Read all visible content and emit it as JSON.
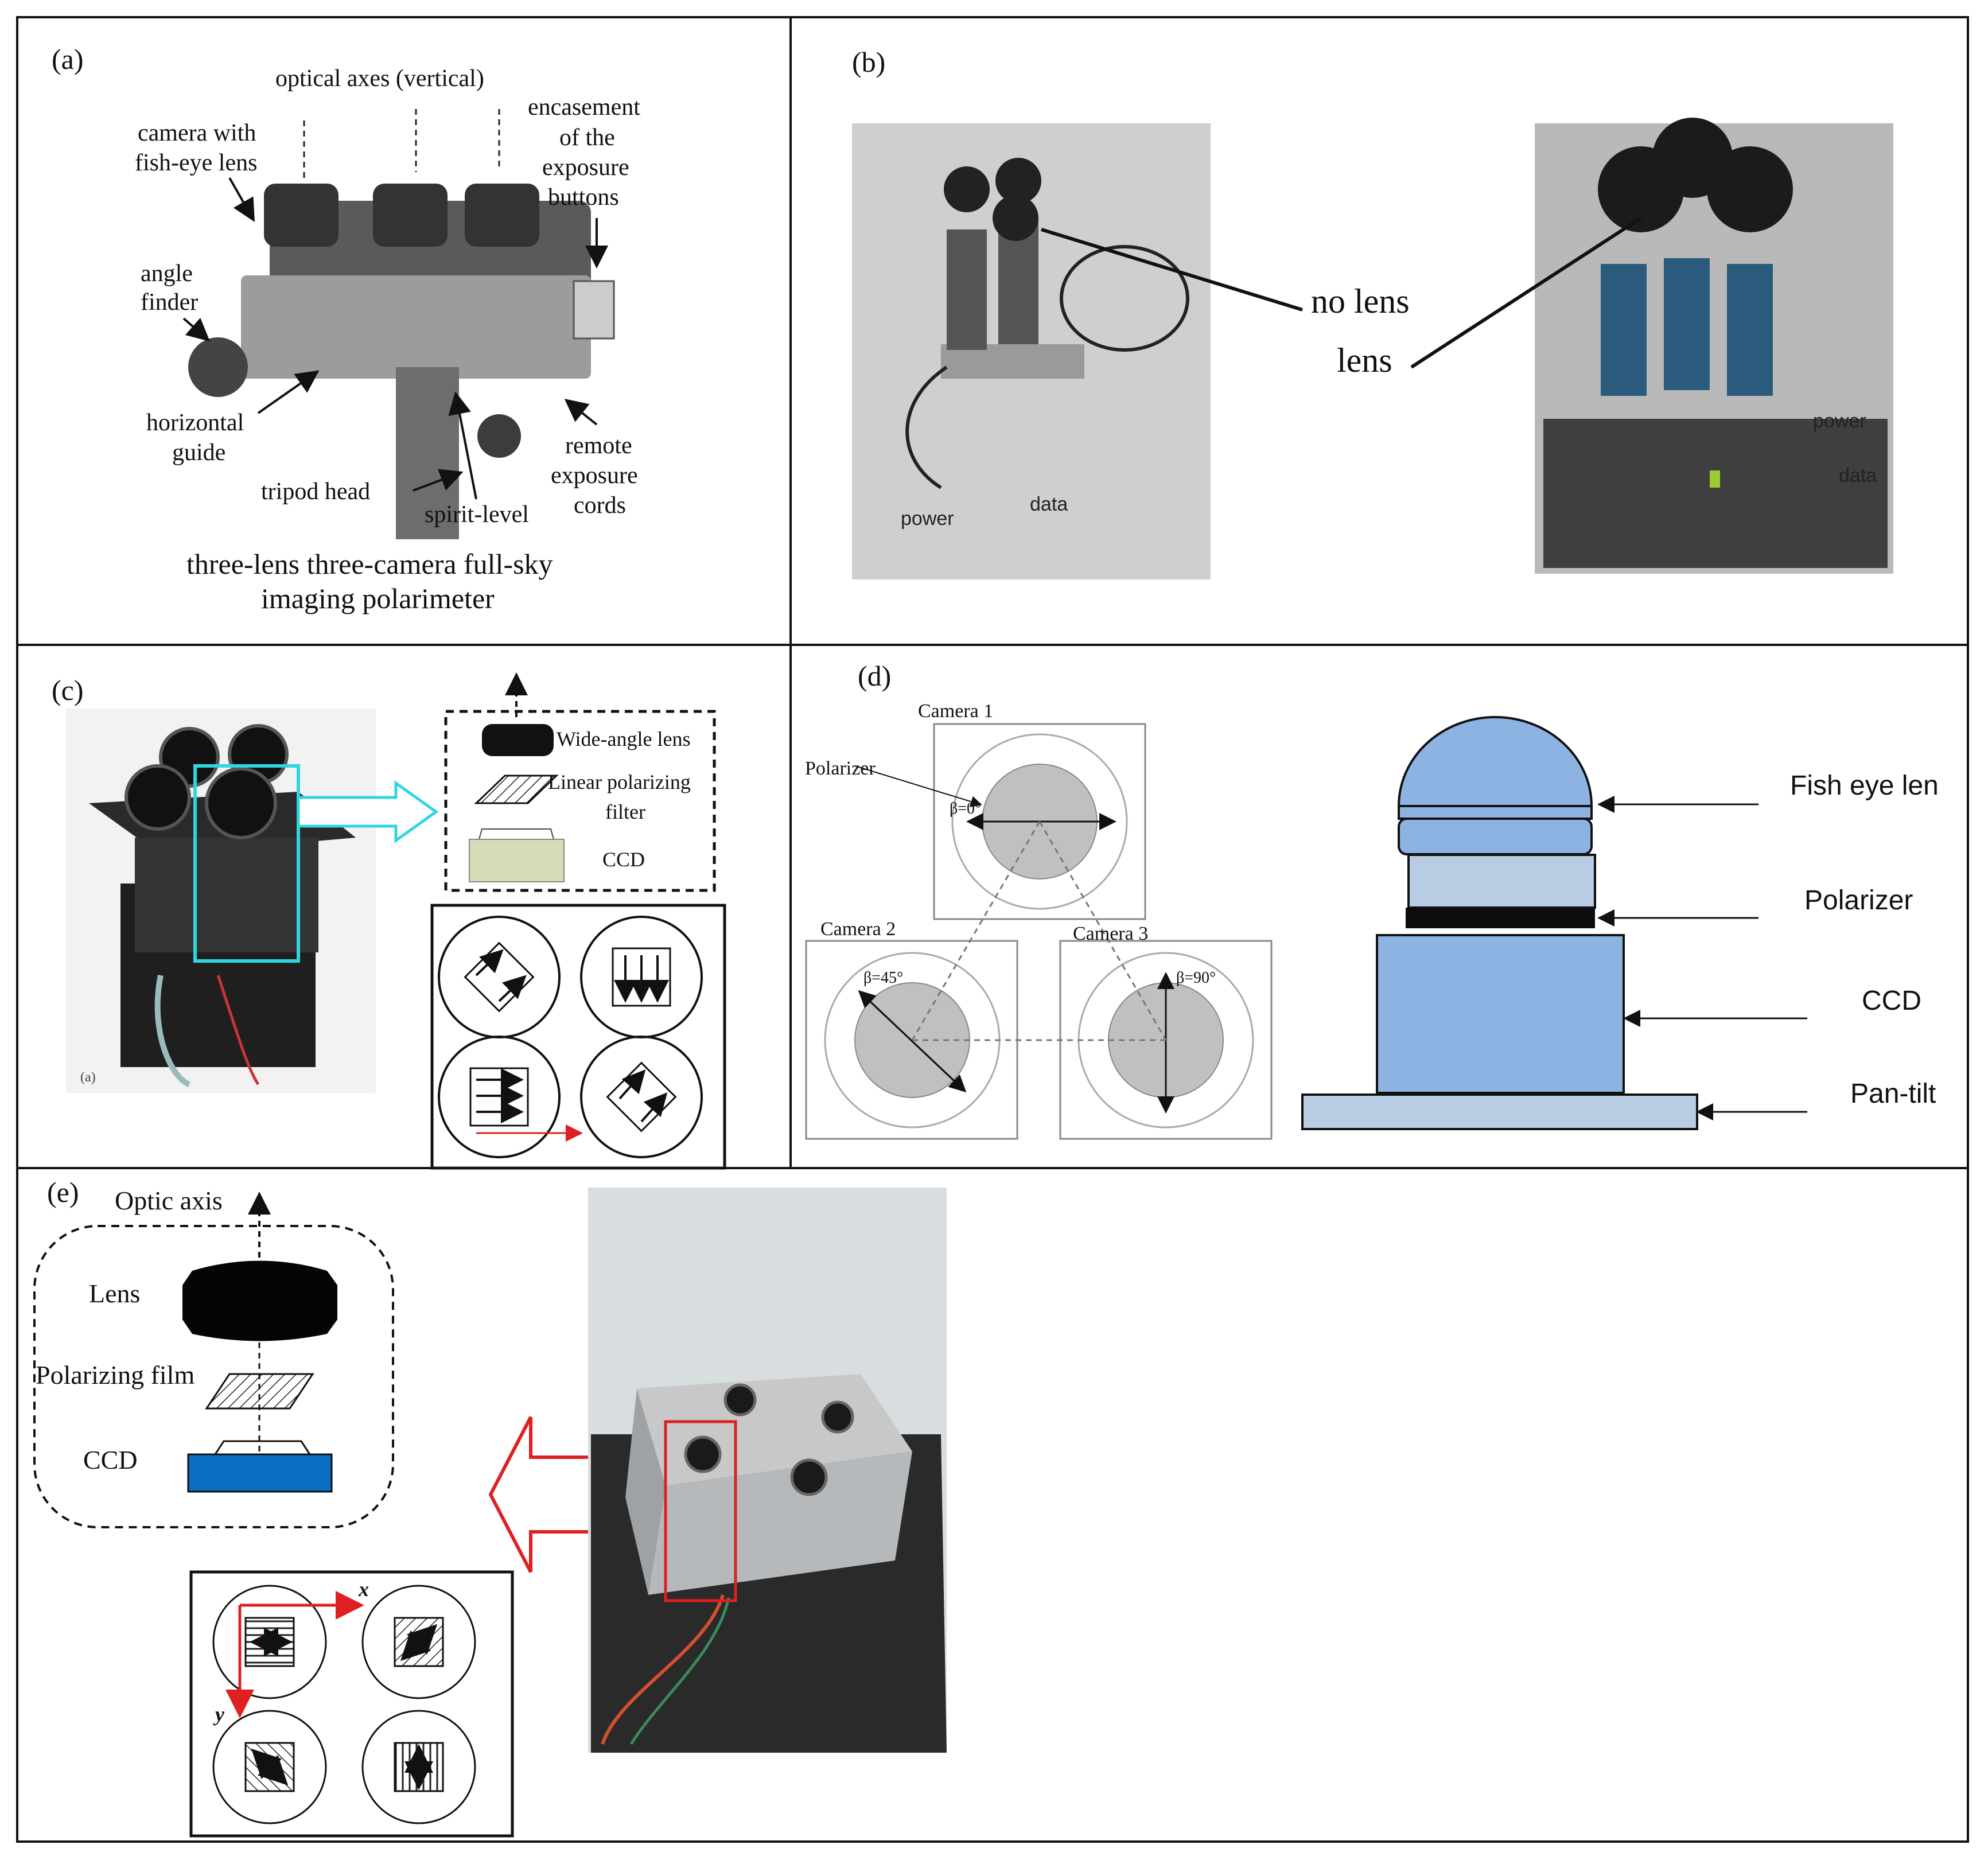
{
  "panel_a": {
    "label": "(a)",
    "optical_axes": "optical axes (vertical)",
    "camera_with": "camera with",
    "fish_eye_lens": "fish-eye lens",
    "encasement_1": "encasement",
    "encasement_2": "of the",
    "encasement_3": "exposure",
    "encasement_4": "buttons",
    "angle": "angle",
    "finder": "finder",
    "horizontal": "horizontal",
    "guide": "guide",
    "tripod_head": "tripod head",
    "spirit_level": "spirit-level",
    "remote": "remote",
    "exposure": "exposure",
    "cords": "cords",
    "caption_1": "three-lens three-camera full-sky",
    "caption_2": "imaging polarimeter"
  },
  "panel_b": {
    "label": "(b)",
    "no_lens": "no lens",
    "lens": "lens",
    "power_left": "power",
    "data_left": "data",
    "power_right": "power",
    "data_right": "data"
  },
  "panel_c": {
    "label": "(c)",
    "wide_angle_lens": "Wide-angle lens",
    "linear_polarizing": "Linear polarizing",
    "filter": "filter",
    "ccd": "CCD",
    "photo_tag": "(a)"
  },
  "panel_d": {
    "label": "(d)",
    "camera1": "Camera 1",
    "camera2": "Camera 2",
    "camera3": "Camera 3",
    "polarizer_label": "Polarizer",
    "beta0": "β=0°",
    "beta45": "β=45°",
    "beta90": "β=90°",
    "fish_eye_len": "Fish eye len",
    "polarizer": "Polarizer",
    "ccd": "CCD",
    "pan_tilt": "Pan-tilt"
  },
  "panel_e": {
    "label": "(e)",
    "optic_axis": "Optic axis",
    "lens": "Lens",
    "polarizing_film": "Polarizing film",
    "ccd": "CCD",
    "x_axis": "x",
    "y_axis": "y"
  },
  "colors": {
    "cyan_highlight": "#2fd6e0",
    "red_highlight": "#e02020",
    "fisheye_blue": "#8db3e2",
    "polarizer_light": "#b8cce4",
    "ccd_blue": "#0a6fc2",
    "ccd_beige": "#d6dbb8"
  }
}
